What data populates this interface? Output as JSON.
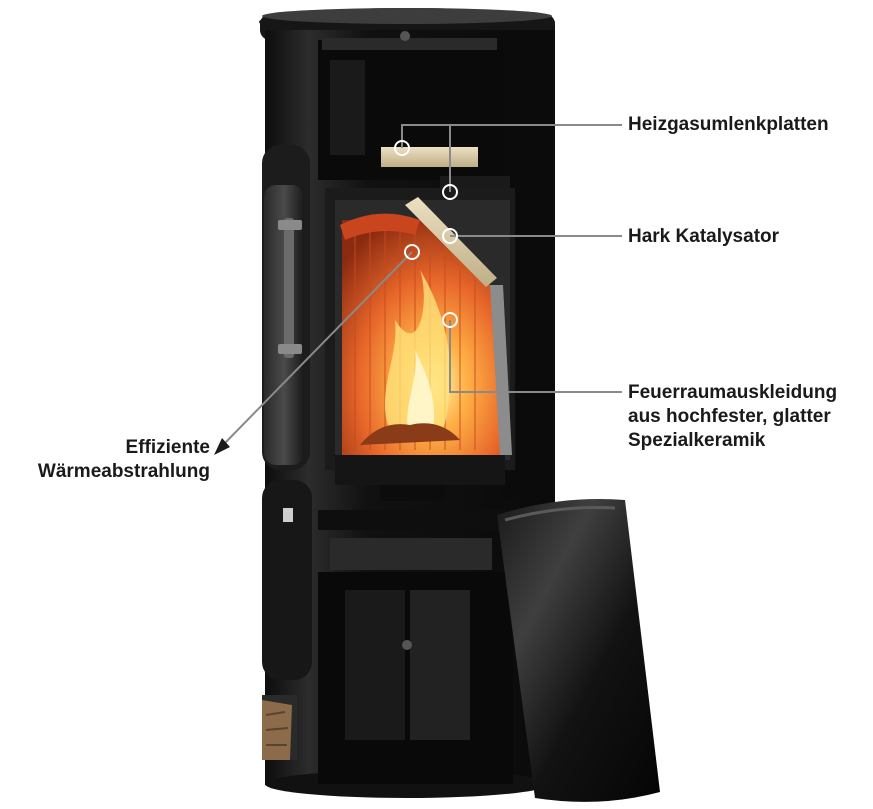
{
  "labels": {
    "heizgas": "Heizgasumlenkplatten",
    "katalysator": "Hark Katalysator",
    "feuerraum": [
      "Feuerraumauskleidung",
      "aus hochfester, glatter",
      "Spezialkeramik"
    ],
    "waerme": [
      "Effiziente",
      "Wärmeabstrahlung"
    ]
  },
  "colors": {
    "stove_body": "#141414",
    "stove_highlight": "#3a3a3a",
    "fire_glow": "#e8662a",
    "ceramic": "#d9c9a3",
    "leader_line": "#8a8a8a",
    "text": "#1a1a1a"
  }
}
